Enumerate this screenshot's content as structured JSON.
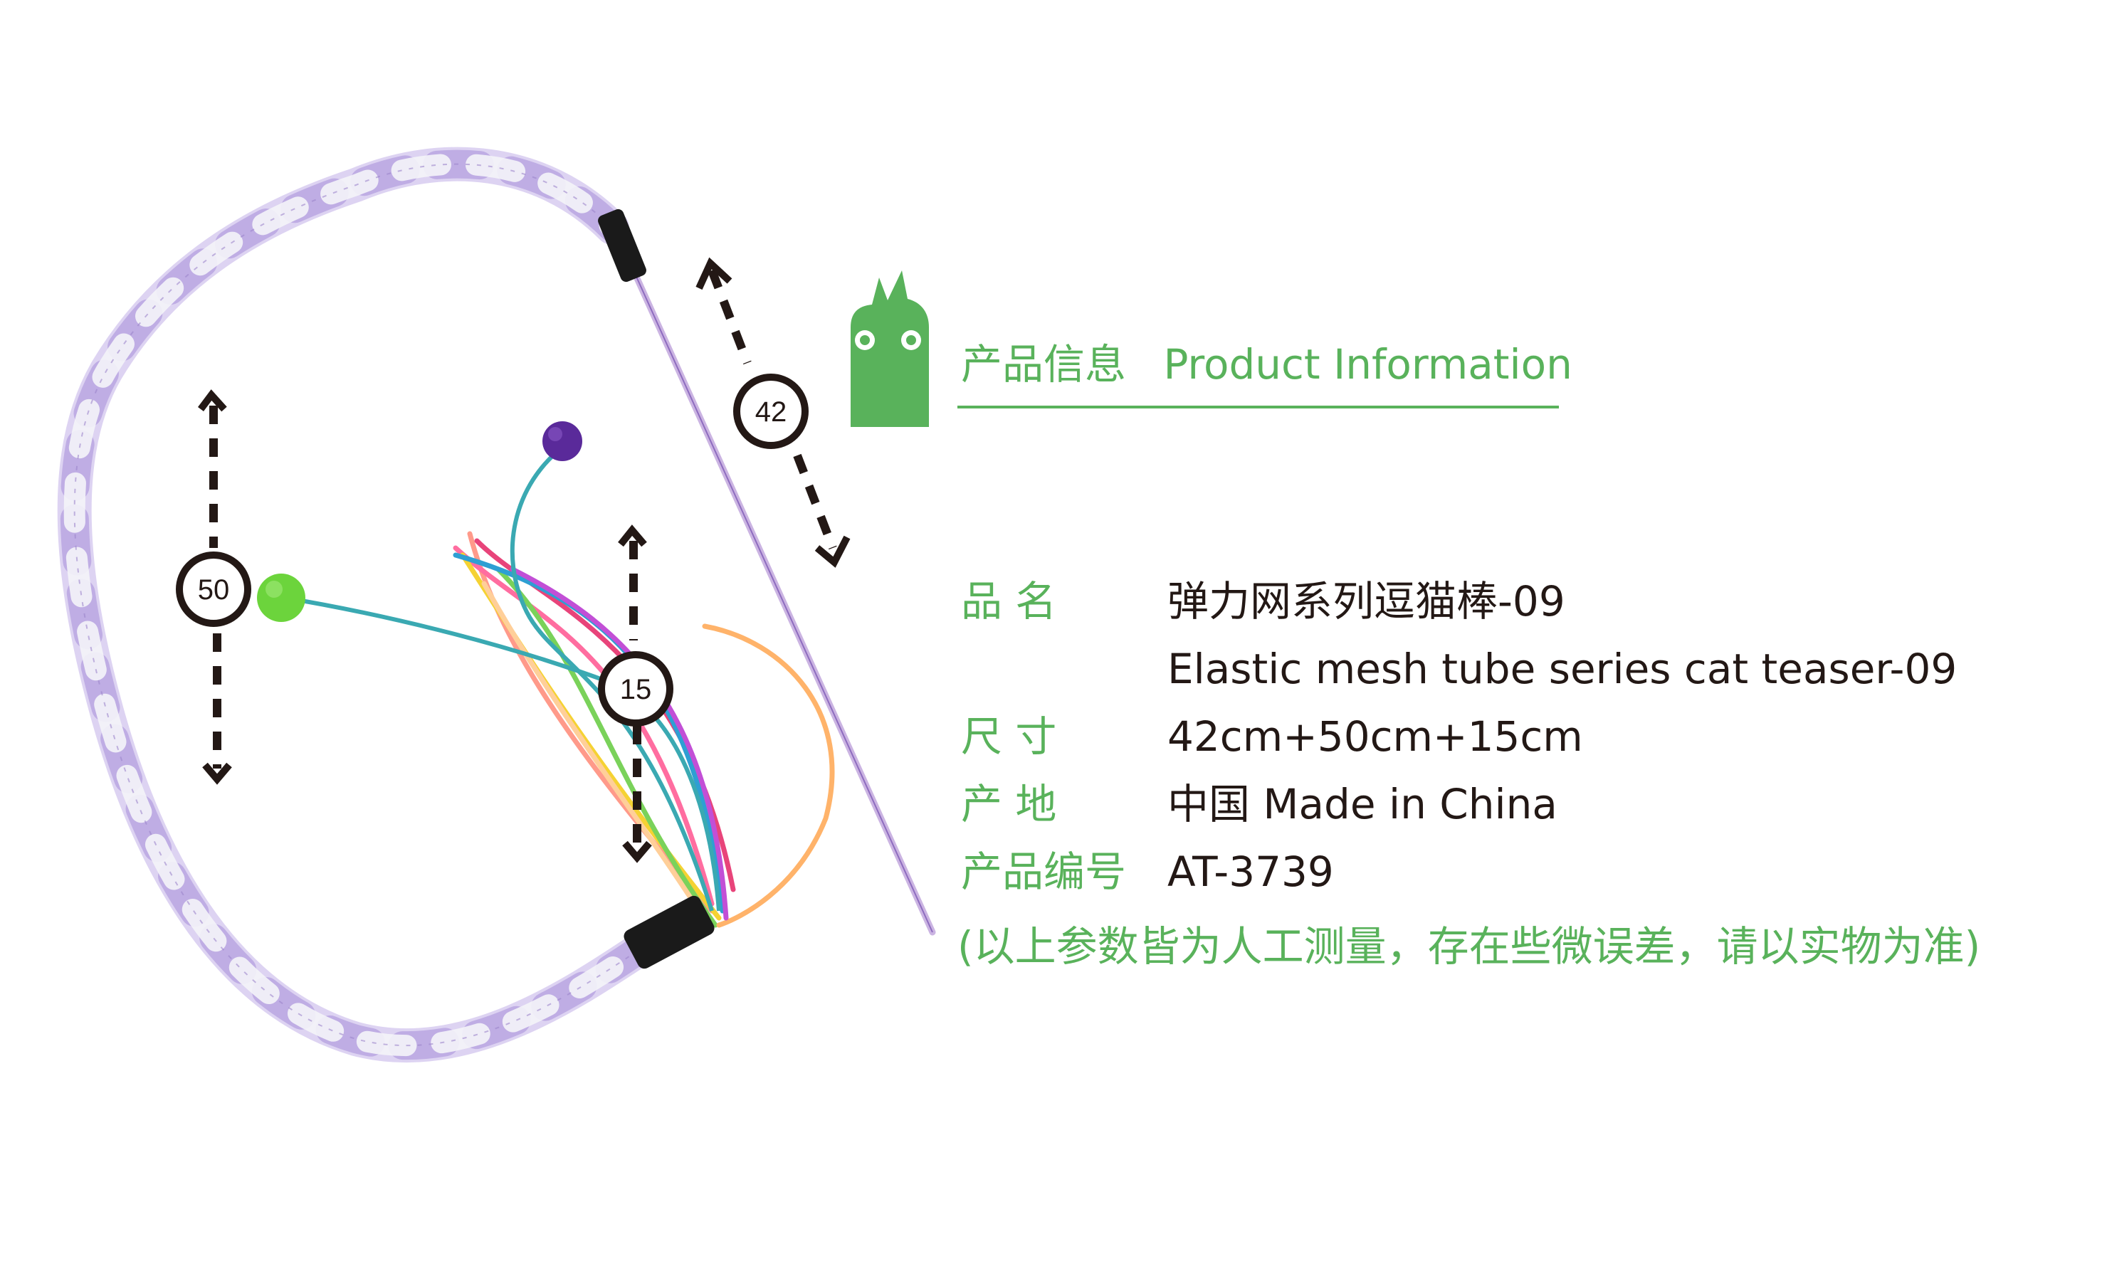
{
  "header": {
    "title_cn": "产品信息",
    "title_en": "Product Information"
  },
  "product": {
    "name_label": "品 名",
    "name_cn": "弹力网系列逗猫棒-09",
    "name_en": "Elastic mesh tube series cat teaser-09",
    "size_label": "尺 寸",
    "size_value": "42cm+50cm+15cm",
    "origin_label": "产 地",
    "origin_value": "中国 Made in China",
    "code_label": "产品编号",
    "code_value": "AT-3739"
  },
  "note": "(以上参数皆为人工测量，存在些微误差，请以实物为准)",
  "dimensions": {
    "stick": "42",
    "loop": "50",
    "ribbons": "15"
  },
  "colors": {
    "brand_green": "#59b25b",
    "text_dark": "#231815",
    "tube_lavender": "#c9b8e8",
    "ball_purple": "#5a2a9a",
    "ball_green": "#6cd43c"
  },
  "icons": {
    "mascot": "green-creature-mascot-icon"
  }
}
